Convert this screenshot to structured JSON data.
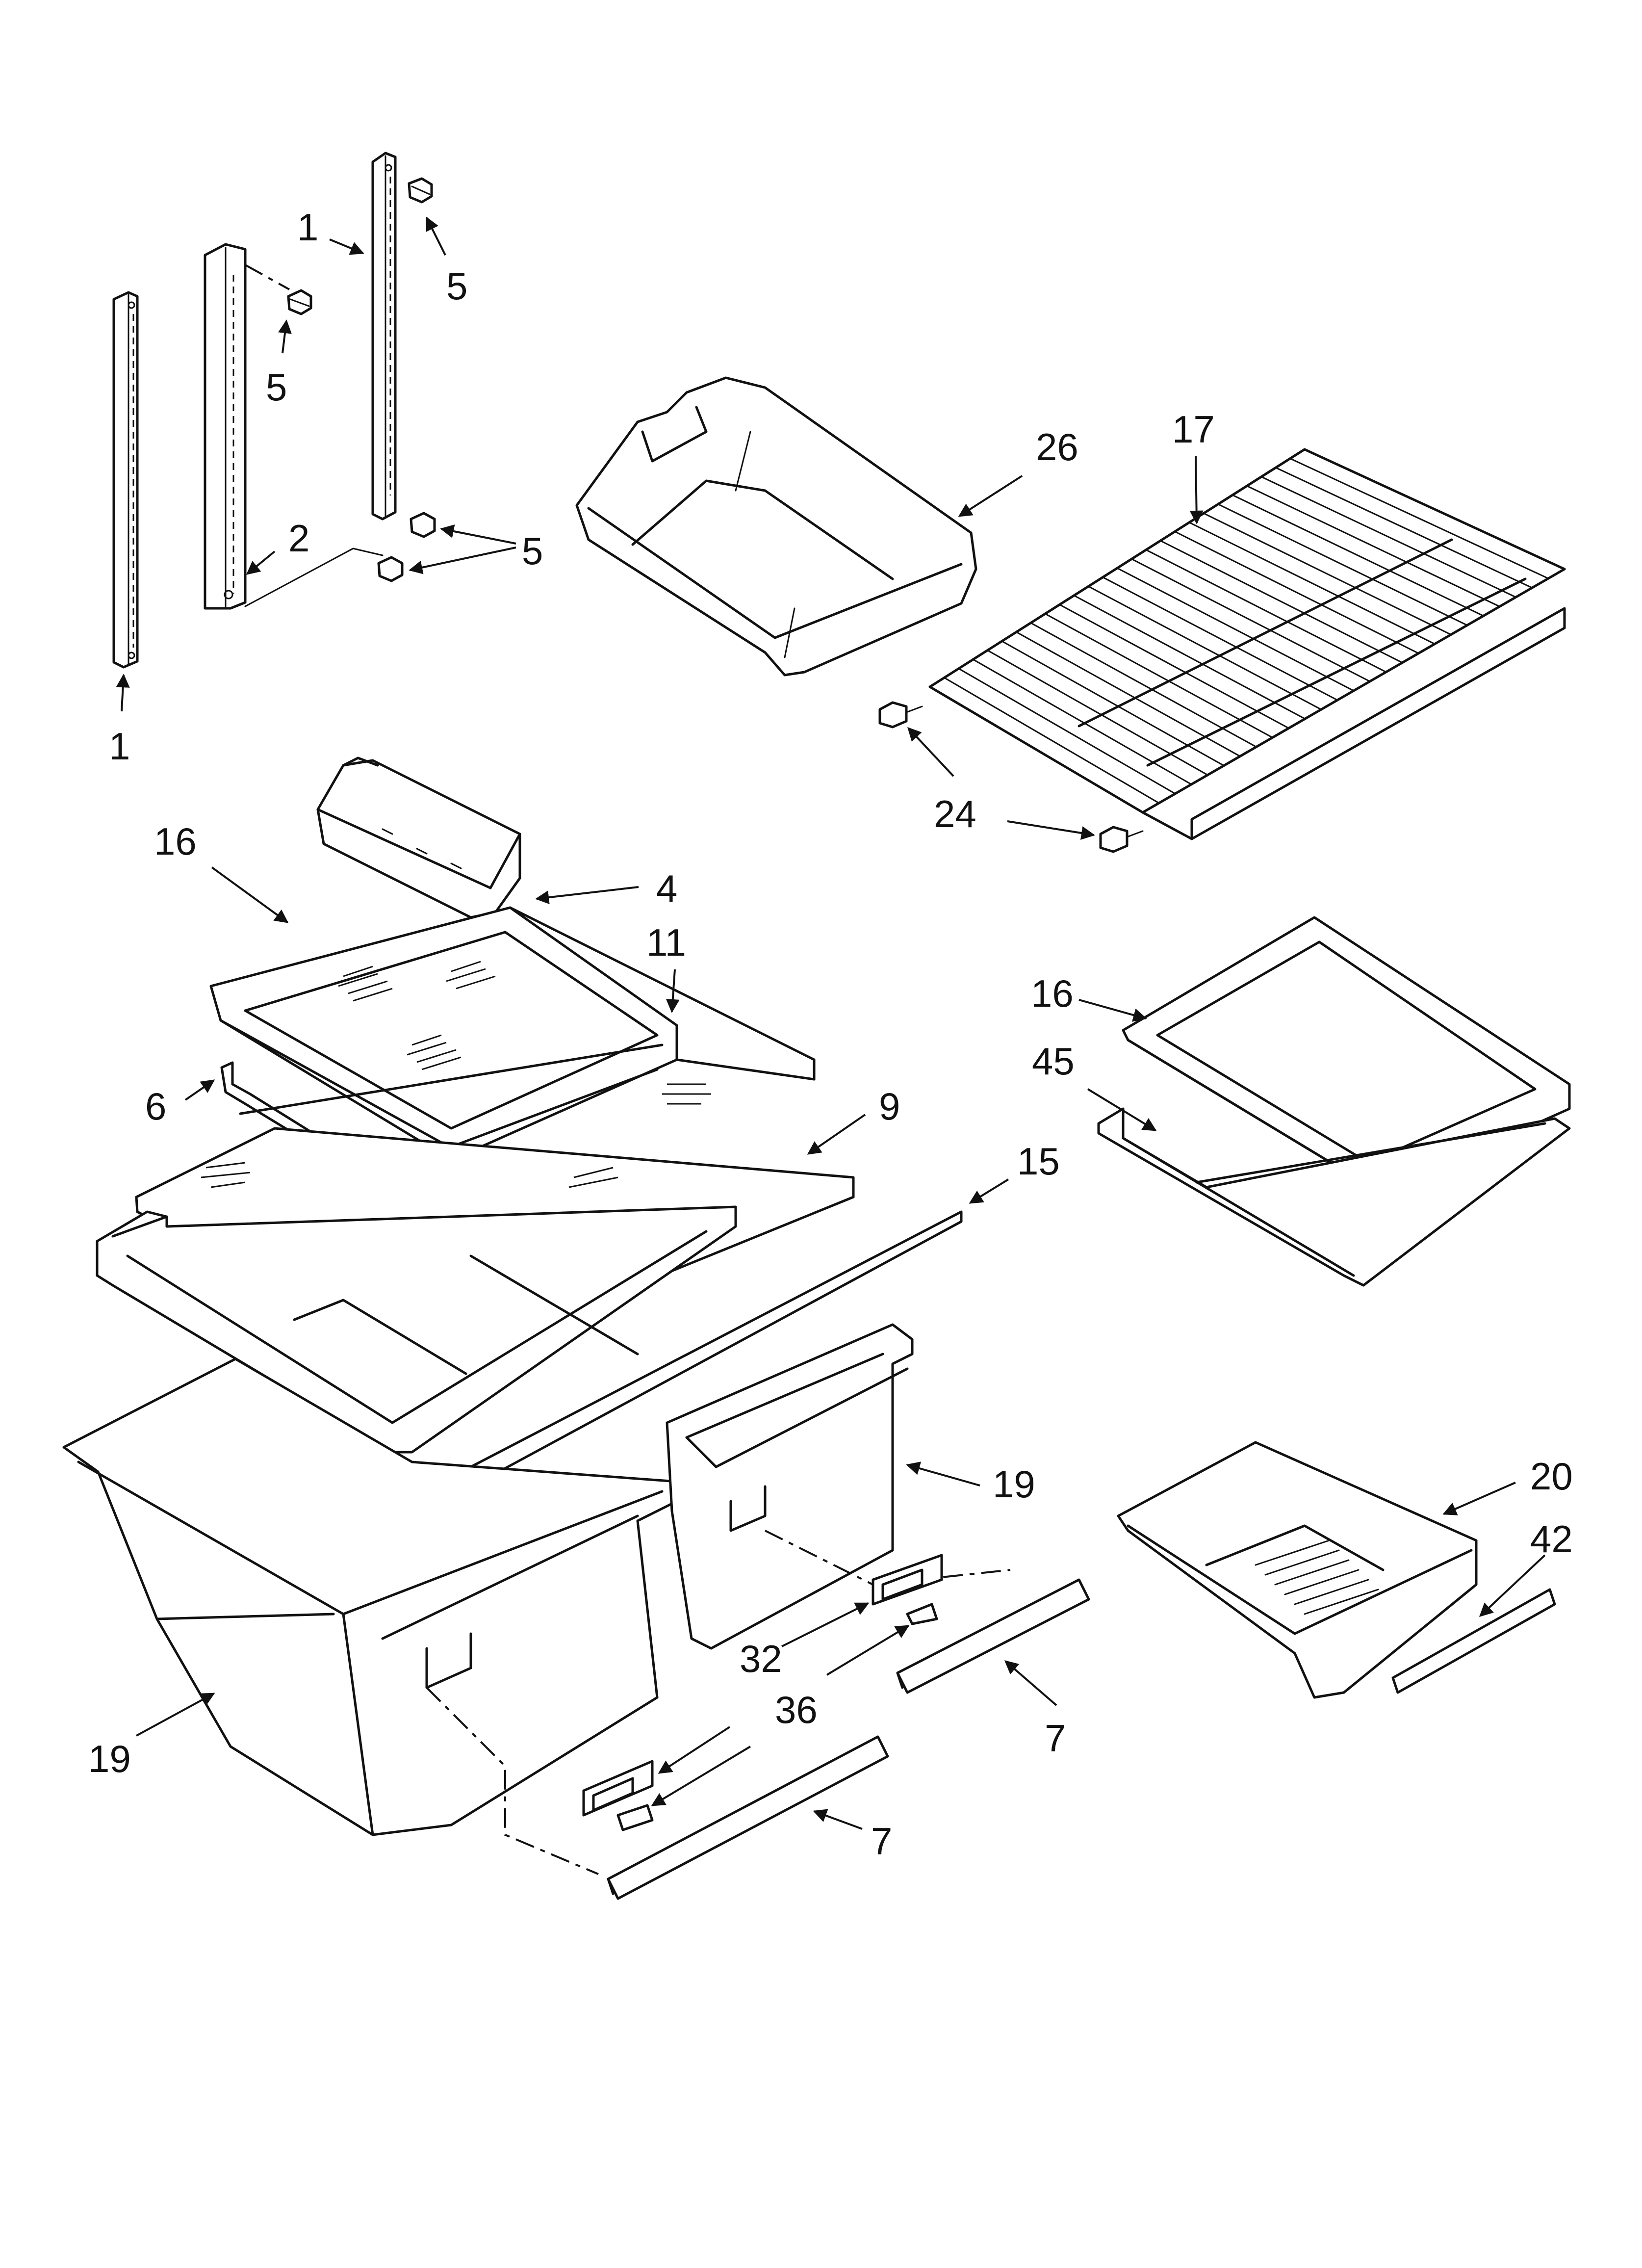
{
  "callouts": [
    {
      "id": "c1a",
      "label": "1"
    },
    {
      "id": "c1b",
      "label": "1"
    },
    {
      "id": "c2",
      "label": "2"
    },
    {
      "id": "c5a",
      "label": "5"
    },
    {
      "id": "c5b",
      "label": "5"
    },
    {
      "id": "c5c",
      "label": "5"
    },
    {
      "id": "c26",
      "label": "26"
    },
    {
      "id": "c17",
      "label": "17"
    },
    {
      "id": "c24",
      "label": "24"
    },
    {
      "id": "c16a",
      "label": "16"
    },
    {
      "id": "c4",
      "label": "4"
    },
    {
      "id": "c11",
      "label": "11"
    },
    {
      "id": "c6",
      "label": "6"
    },
    {
      "id": "c9",
      "label": "9"
    },
    {
      "id": "c15",
      "label": "15"
    },
    {
      "id": "c16b",
      "label": "16"
    },
    {
      "id": "c45",
      "label": "45"
    },
    {
      "id": "c19a",
      "label": "19"
    },
    {
      "id": "c19b",
      "label": "19"
    },
    {
      "id": "c20",
      "label": "20"
    },
    {
      "id": "c42",
      "label": "42"
    },
    {
      "id": "c32",
      "label": "32"
    },
    {
      "id": "c36",
      "label": "36"
    },
    {
      "id": "c7a",
      "label": "7"
    },
    {
      "id": "c7b",
      "label": "7"
    }
  ]
}
